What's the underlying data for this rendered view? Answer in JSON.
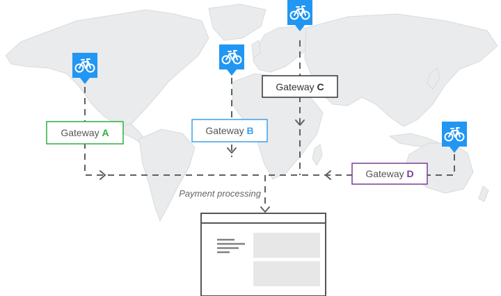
{
  "colors": {
    "land": "#e9ebec",
    "land_stroke": "#d8dbdd",
    "marker": "#2196f3",
    "flow_line": "#5f5f5f",
    "gateway_a": "#2fae3f",
    "gateway_b": "#3aa0ee",
    "gateway_c": "#333333",
    "gateway_d": "#7b3a96",
    "window_border": "#555555",
    "window_panel": "#e7e7e7"
  },
  "markers": [
    {
      "id": "a",
      "icon": "bicycle-icon"
    },
    {
      "id": "b",
      "icon": "bicycle-icon"
    },
    {
      "id": "c",
      "icon": "bicycle-icon"
    },
    {
      "id": "d",
      "icon": "bicycle-icon"
    }
  ],
  "gateways": {
    "a": {
      "prefix": "Gateway ",
      "letter": "A"
    },
    "b": {
      "prefix": "Gateway ",
      "letter": "B"
    },
    "c": {
      "prefix": "Gateway ",
      "letter": "C"
    },
    "d": {
      "prefix": "Gateway ",
      "letter": "D"
    }
  },
  "flow": {
    "label": "Payment processing"
  },
  "processor": {
    "icon": "browser-window-icon"
  }
}
